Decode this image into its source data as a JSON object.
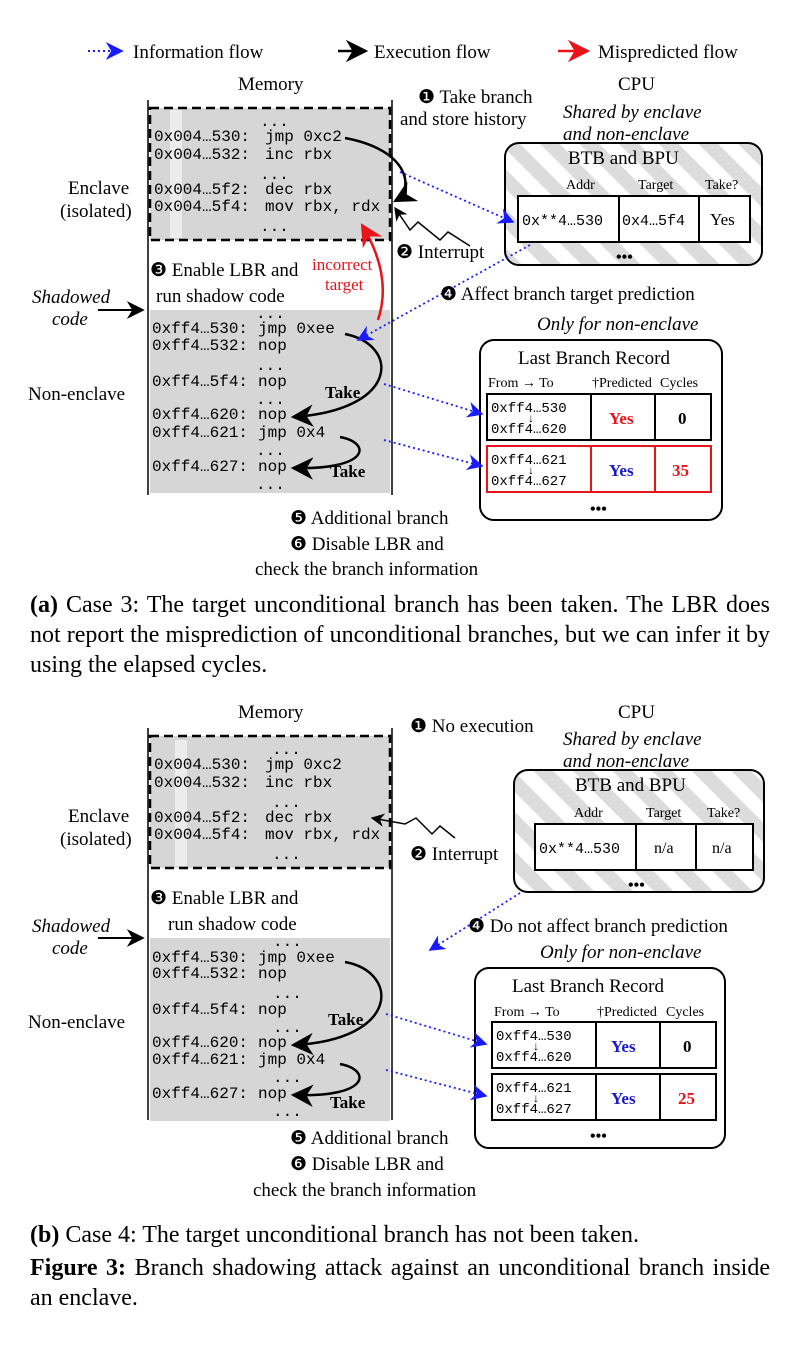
{
  "legend": {
    "info_flow": "Information flow",
    "exec_flow": "Execution flow",
    "mispred_flow": "Mispredicted flow"
  },
  "common": {
    "memory": "Memory",
    "cpu": "CPU",
    "shared": "Shared by enclave",
    "shared2": "and non-enclave",
    "btb_title": "BTB and BPU",
    "col_addr": "Addr",
    "col_target": "Target",
    "col_take": "Take?",
    "enclave1": "Enclave",
    "enclave2": "(isolated)",
    "shadowed1": "Shadowed",
    "shadowed2": "code",
    "nonenclave": "Non-enclave",
    "only_nonenclave": "Only for non-enclave",
    "lbr_title": "Last Branch Record",
    "lbr_fromto": "From → To",
    "lbr_pred": "†Predicted",
    "lbr_cycles": "Cycles",
    "dots": "...",
    "bigdots": "•••",
    "step2": "❷ Interrupt",
    "step3a": "❸ Enable LBR and",
    "step3b": "run shadow code",
    "step5": "❺ Additional branch",
    "step6a": "❻ Disable LBR and",
    "step6b": "check the branch information",
    "take": "Take",
    "lbr_arrow": "↓"
  },
  "enclave_code": [
    {
      "addr": "0x004…530:",
      "instr": "jmp 0xc2"
    },
    {
      "addr": "0x004…532:",
      "instr": "inc rbx"
    },
    {
      "addr": "0x004…5f2:",
      "instr": "dec rbx"
    },
    {
      "addr": "0x004…5f4:",
      "instr": "mov rbx, rdx"
    }
  ],
  "shadow_code": [
    {
      "addr": "0xff4…530:",
      "instr": "jmp 0xee"
    },
    {
      "addr": "0xff4…532:",
      "instr": "nop"
    },
    {
      "addr": "0xff4…5f4:",
      "instr": "nop"
    },
    {
      "addr": "0xff4…620:",
      "instr": "nop"
    },
    {
      "addr": "0xff4…621:",
      "instr": "jmp 0x4"
    },
    {
      "addr": "0xff4…627:",
      "instr": "nop"
    }
  ],
  "panel_a": {
    "step1a": "❶ Take branch",
    "step1b": "and store history",
    "incorrect1": "incorrect",
    "incorrect2": "target",
    "step4": "❹ Affect branch target prediction",
    "btb": {
      "addr": "0x**4…530",
      "target": "0x4…5f4",
      "take": "Yes"
    },
    "lbr": [
      {
        "from": "0xff4…530",
        "to": "0xff4…620",
        "pred": "Yes",
        "cycles": "0"
      },
      {
        "from": "0xff4…621",
        "to": "0xff4…627",
        "pred": "Yes",
        "cycles": "35"
      }
    ],
    "caption_label": "(a)",
    "caption": " Case 3: The target unconditional branch has been taken. The LBR does not report the misprediction of unconditional branches, but we can infer it by using the elapsed cycles."
  },
  "panel_b": {
    "step1a": "❶ No execution",
    "step4": "❹ Do not affect branch prediction",
    "btb": {
      "addr": "0x**4…530",
      "target": "n/a",
      "take": "n/a"
    },
    "lbr": [
      {
        "from": "0xff4…530",
        "to": "0xff4…620",
        "pred": "Yes",
        "cycles": "0"
      },
      {
        "from": "0xff4…621",
        "to": "0xff4…627",
        "pred": "Yes",
        "cycles": "25"
      }
    ],
    "caption_label": "(b)",
    "caption": " Case 4: The target unconditional branch has not been taken."
  },
  "figure_caption": {
    "label": "Figure 3:",
    "text": " Branch shadowing attack against an unconditional branch inside an enclave."
  },
  "colors": {
    "info": "#1a1aff",
    "mispred": "#e8141c",
    "blue_text": "#1a1acc",
    "red_text": "#e8141c",
    "gray": "#d6d6d6"
  }
}
